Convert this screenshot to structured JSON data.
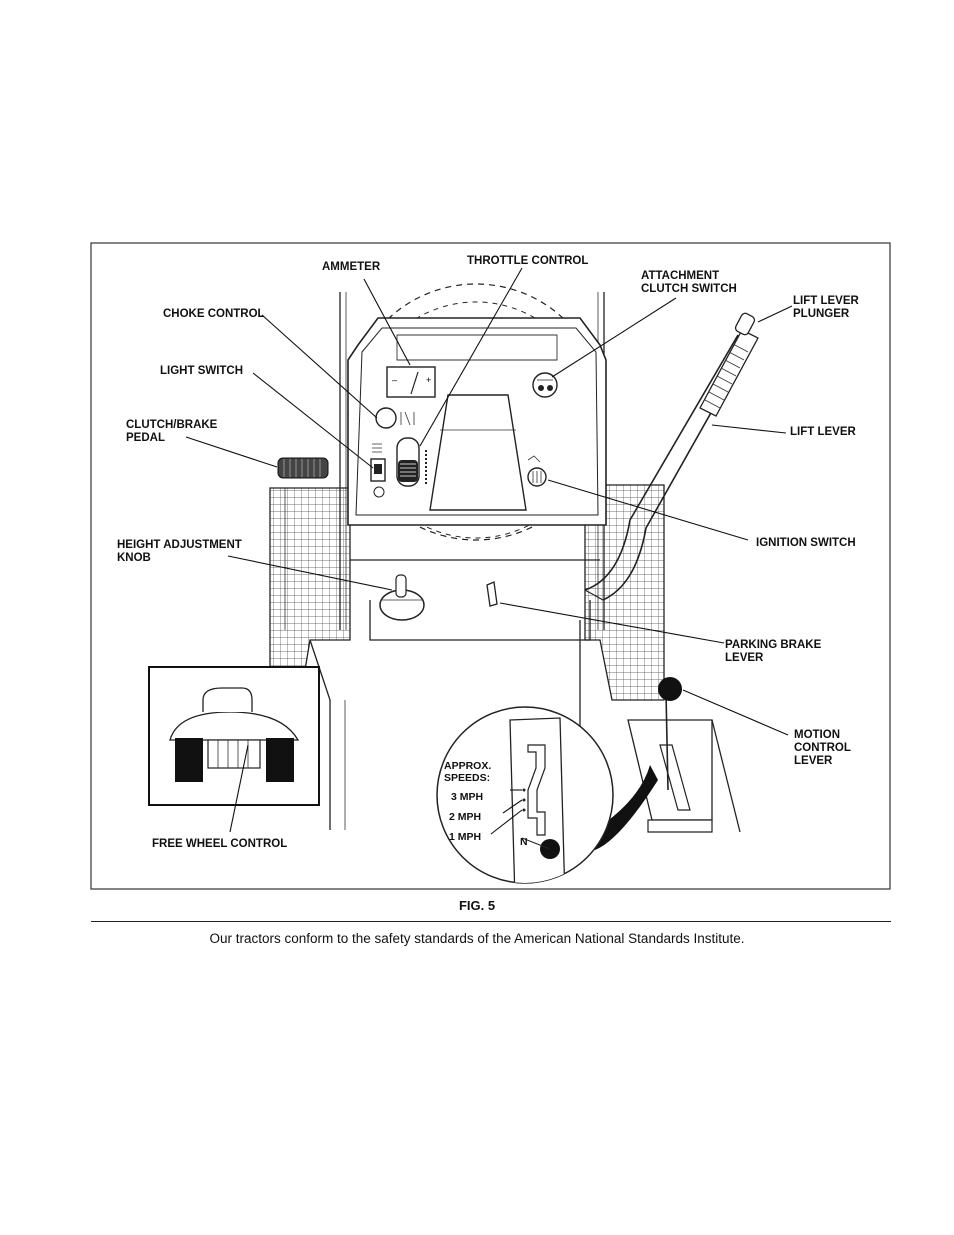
{
  "figure": {
    "caption": "FIG. 5",
    "labels": {
      "ammeter": "AMMETER",
      "throttle_control": "THROTTLE CONTROL",
      "attachment_clutch_switch": [
        "ATTACHMENT",
        "CLUTCH SWITCH"
      ],
      "lift_lever_plunger": [
        "LIFT LEVER",
        "PLUNGER"
      ],
      "choke_control": "CHOKE CONTROL",
      "light_switch": "LIGHT SWITCH",
      "clutch_brake_pedal": [
        "CLUTCH/BRAKE",
        "PEDAL"
      ],
      "lift_lever": "LIFT LEVER",
      "ignition_switch": "IGNITION SWITCH",
      "height_adjustment_knob": [
        "HEIGHT ADJUSTMENT",
        "KNOB"
      ],
      "parking_brake_lever": [
        "PARKING BRAKE",
        "LEVER"
      ],
      "motion_control_lever": [
        "MOTION",
        "CONTROL",
        "LEVER"
      ],
      "free_wheel_control": "FREE WHEEL CONTROL"
    },
    "speed_inset": {
      "title": [
        "APPROX.",
        "SPEEDS:"
      ],
      "speeds": [
        "3 MPH",
        "2 MPH",
        "1 MPH"
      ],
      "neutral": "N"
    }
  },
  "footer": "Our tractors conform to the safety standards of the American National Standards Institute."
}
